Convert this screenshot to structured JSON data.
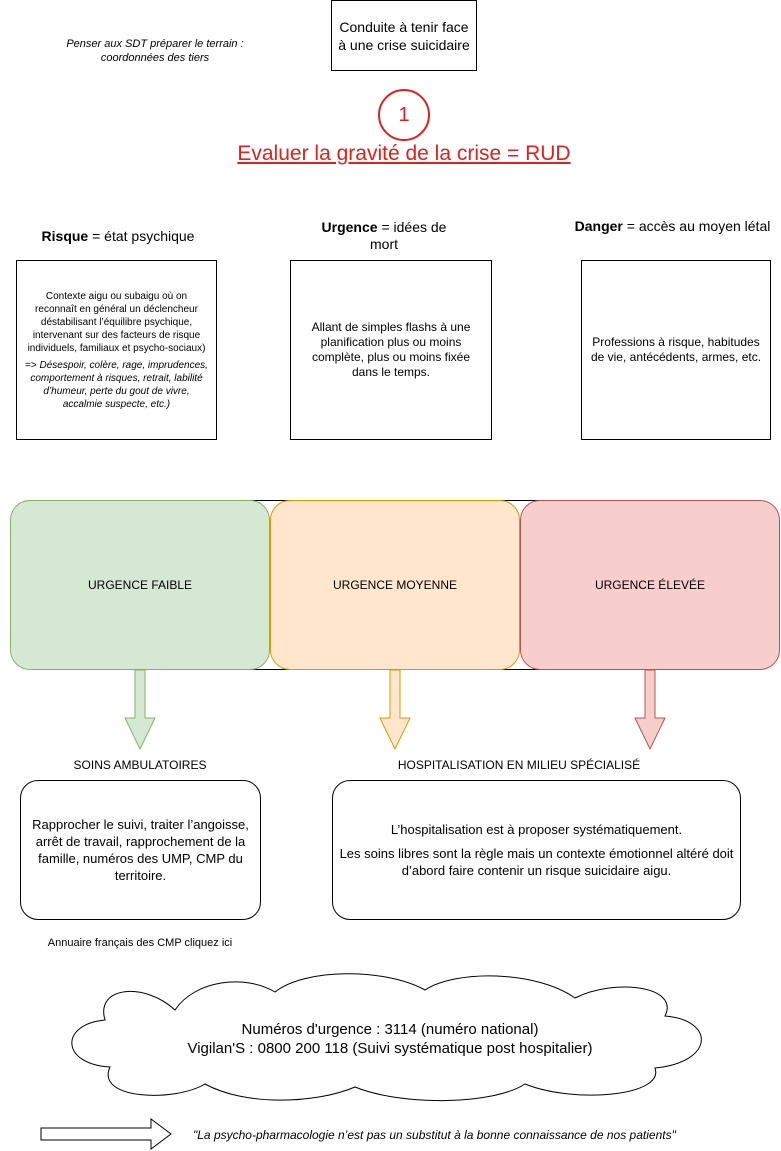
{
  "header": {
    "note_line1": "Penser aux SDT préparer le terrain :",
    "note_line2": "coordonnées des tiers",
    "title_line1": "Conduite à tenir face",
    "title_line2": "à une crise suicidaire",
    "step_number": "1",
    "step_title": "Evaluer la gravité de la crise = RUD"
  },
  "criteria": [
    {
      "key": "Risque",
      "rest": " = état psychique",
      "text": "Contexte aigu ou subaigu où on reconnaît en général un déclencheur déstabilisant l’équilibre psychique, intervenant sur des facteurs de risque individuels, familiaux et psycho-sociaux)",
      "examples_prefix": "=> ",
      "examples": "Désespoir, colère, rage, imprudences, comportement à risques, retrait, labilité d’humeur, perte du gout de vivre, accalmie suspecte, etc.)"
    },
    {
      "key": "Urgence",
      "rest": " = idées de mort",
      "text": "Allant de simples flashs à une planification plus ou moins complète, plus ou moins fixée dans le temps."
    },
    {
      "key": "Danger",
      "rest": " = accès au moyen létal",
      "text": "Professions à risque, habitudes de vie, antécédents, armes, etc."
    }
  ],
  "levels": {
    "low": "URGENCE FAIBLE",
    "medium": "URGENCE MOYENNE",
    "high": "URGENCE ÉLEVÉE"
  },
  "care": {
    "ambulatory_label": "SOINS AMBULATOIRES",
    "ambulatory_text": "Rapprocher le suivi, traiter l’angoisse, arrêt de travail, rapprochement de la famille, numéros des UMP, CMP du territoire.",
    "hospital_label": "HOSPITALISATION EN MILIEU SPÉCIALISÉ",
    "hospital_text1": "L’hospitalisation est à proposer systématiquement.",
    "hospital_text2": "Les soins libres sont la règle mais un contexte émotionnel altéré doit d’abord faire contenir un risque suicidaire aigu.",
    "cmp_link": "Annuaire français des CMP cliquez ici"
  },
  "cloud": {
    "line1": "Numéros d'urgence : 3114 (numéro national)",
    "line2": "Vigilan'S : 0800 200 118 (Suivi systématique post hospitalier)"
  },
  "footer": {
    "quote": "\"La psycho-pharmacologie n’est pas un substitut à la bonne connaissance de nos patients\""
  },
  "colors": {
    "accent_red": "#e0201b",
    "low_fill": "#d5e8d4",
    "low_stroke": "#82b366",
    "mid_fill": "#ffe6cc",
    "mid_stroke": "#d79b00",
    "high_fill": "#f8cecc",
    "high_stroke": "#b85450"
  }
}
